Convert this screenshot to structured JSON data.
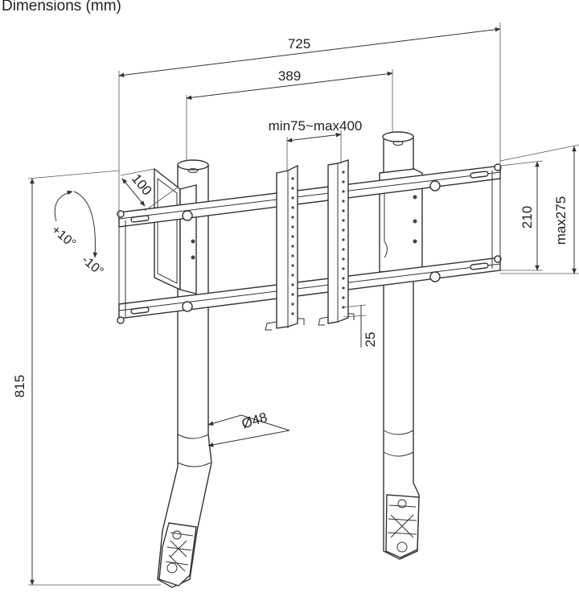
{
  "title": "Dimensions (mm)",
  "dimensions": {
    "overall_width": "725",
    "pole_spacing": "389",
    "vesa_range": "min75~max400",
    "arm_depth": "100",
    "rail_height": "210",
    "max_height": "max275",
    "hole_pitch": "25",
    "pole_diameter": "Ø48",
    "total_height": "815",
    "tilt_up": "+10°",
    "tilt_down": "-10°"
  }
}
